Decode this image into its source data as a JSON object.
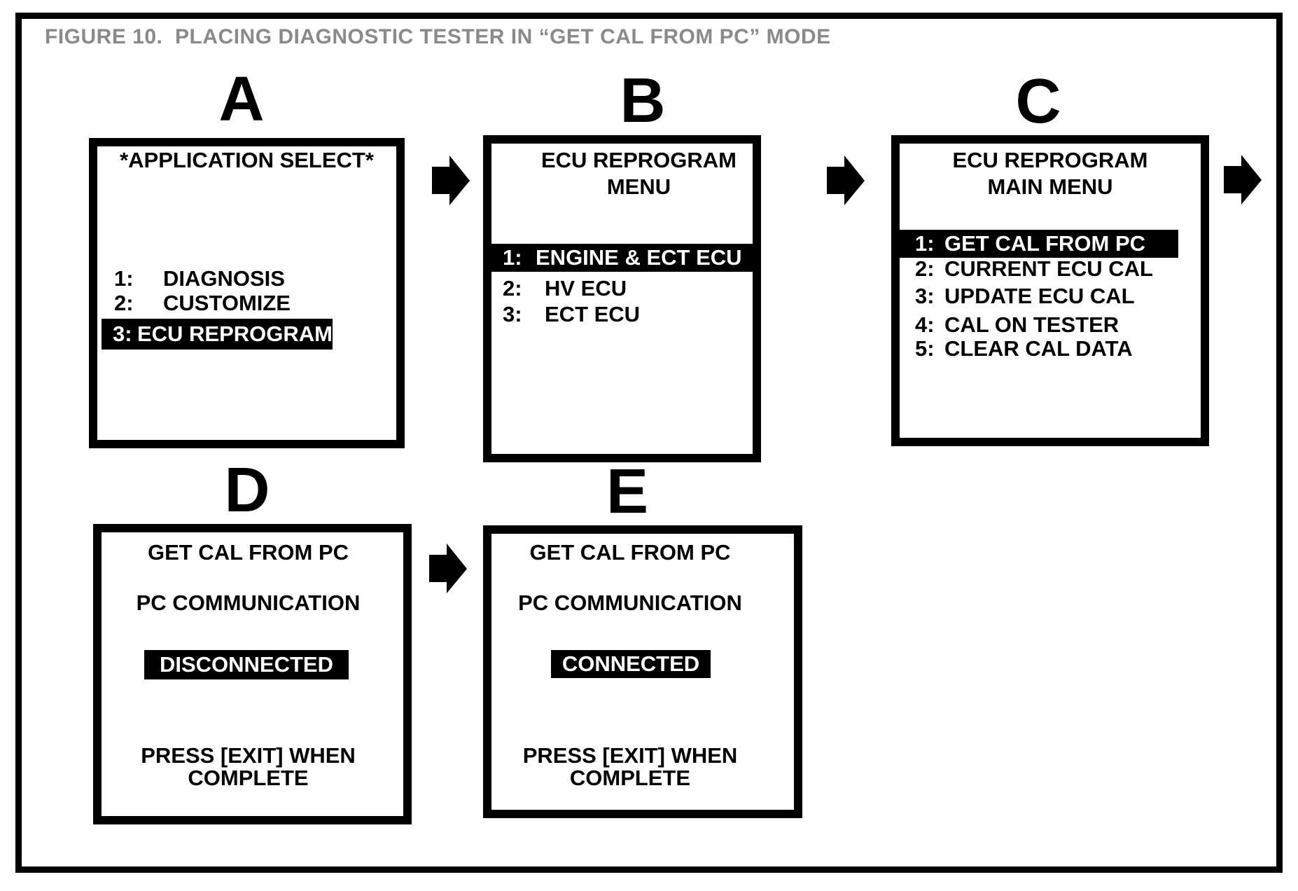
{
  "figure": {
    "title": "FIGURE 10.  PLACING DIAGNOSTIC TESTER IN “GET CAL FROM PC” MODE"
  },
  "colors": {
    "ink": "#000000",
    "paper": "#ffffff",
    "title_gray": "#8a8a8a",
    "highlight_bg": "#000000",
    "highlight_fg": "#ffffff"
  },
  "screens": [
    {
      "label": "A",
      "title_lines": [
        "*APPLICATION SELECT*"
      ],
      "items": [
        {
          "num": "1:",
          "text": "DIAGNOSIS",
          "highlighted": false
        },
        {
          "num": "2:",
          "text": "CUSTOMIZE",
          "highlighted": false
        },
        {
          "num": "3:",
          "text": "ECU REPROGRAM",
          "highlighted": true
        }
      ]
    },
    {
      "label": "B",
      "title_lines": [
        "ECU REPROGRAM",
        "MENU"
      ],
      "items": [
        {
          "num": "1:",
          "text": "ENGINE & ECT ECU",
          "highlighted": true
        },
        {
          "num": "2:",
          "text": "HV ECU",
          "highlighted": false
        },
        {
          "num": "3:",
          "text": "ECT ECU",
          "highlighted": false
        }
      ]
    },
    {
      "label": "C",
      "title_lines": [
        "ECU REPROGRAM",
        "MAIN MENU"
      ],
      "items": [
        {
          "num": "1:",
          "text": "GET CAL FROM PC",
          "highlighted": true
        },
        {
          "num": "2:",
          "text": "CURRENT ECU CAL",
          "highlighted": false
        },
        {
          "num": "3:",
          "text": "UPDATE ECU CAL",
          "highlighted": false
        },
        {
          "num": "4:",
          "text": "CAL ON TESTER",
          "highlighted": false
        },
        {
          "num": "5:",
          "text": "CLEAR CAL DATA",
          "highlighted": false
        }
      ]
    },
    {
      "label": "D",
      "lines": [
        "GET CAL FROM PC",
        "PC COMMUNICATION"
      ],
      "status": "DISCONNECTED",
      "footer": [
        "PRESS [EXIT] WHEN",
        "COMPLETE"
      ]
    },
    {
      "label": "E",
      "lines": [
        "GET CAL FROM PC",
        "PC COMMUNICATION"
      ],
      "status": "CONNECTED",
      "footer": [
        "PRESS [EXIT] WHEN",
        "COMPLETE"
      ]
    }
  ]
}
